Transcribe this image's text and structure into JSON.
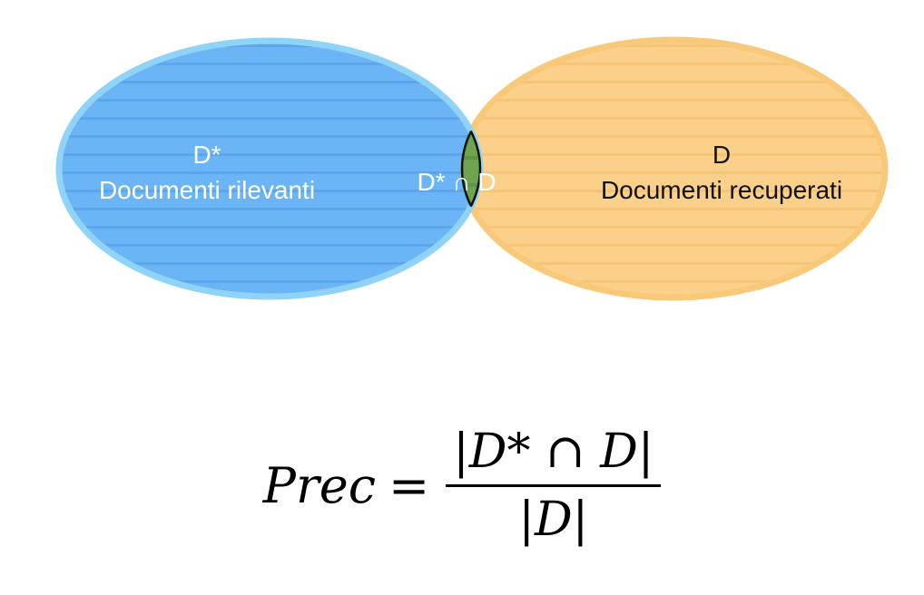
{
  "diagram": {
    "left_set": {
      "symbol": "D*",
      "description": "Documenti rilevanti",
      "fill_color": "#6db6f7",
      "stroke_color": "#8fd0f7"
    },
    "right_set": {
      "symbol": "D",
      "description": "Documenti recuperati",
      "fill_color": "#fbcf82",
      "stroke_color": "#f9c97a"
    },
    "intersection": {
      "label": "D* ∩ D",
      "fill_color": "#6ea34f"
    }
  },
  "formula": {
    "lhs": "Prec",
    "equals": "=",
    "numerator": "|D* ∩ D|",
    "denominator": "|D|"
  }
}
